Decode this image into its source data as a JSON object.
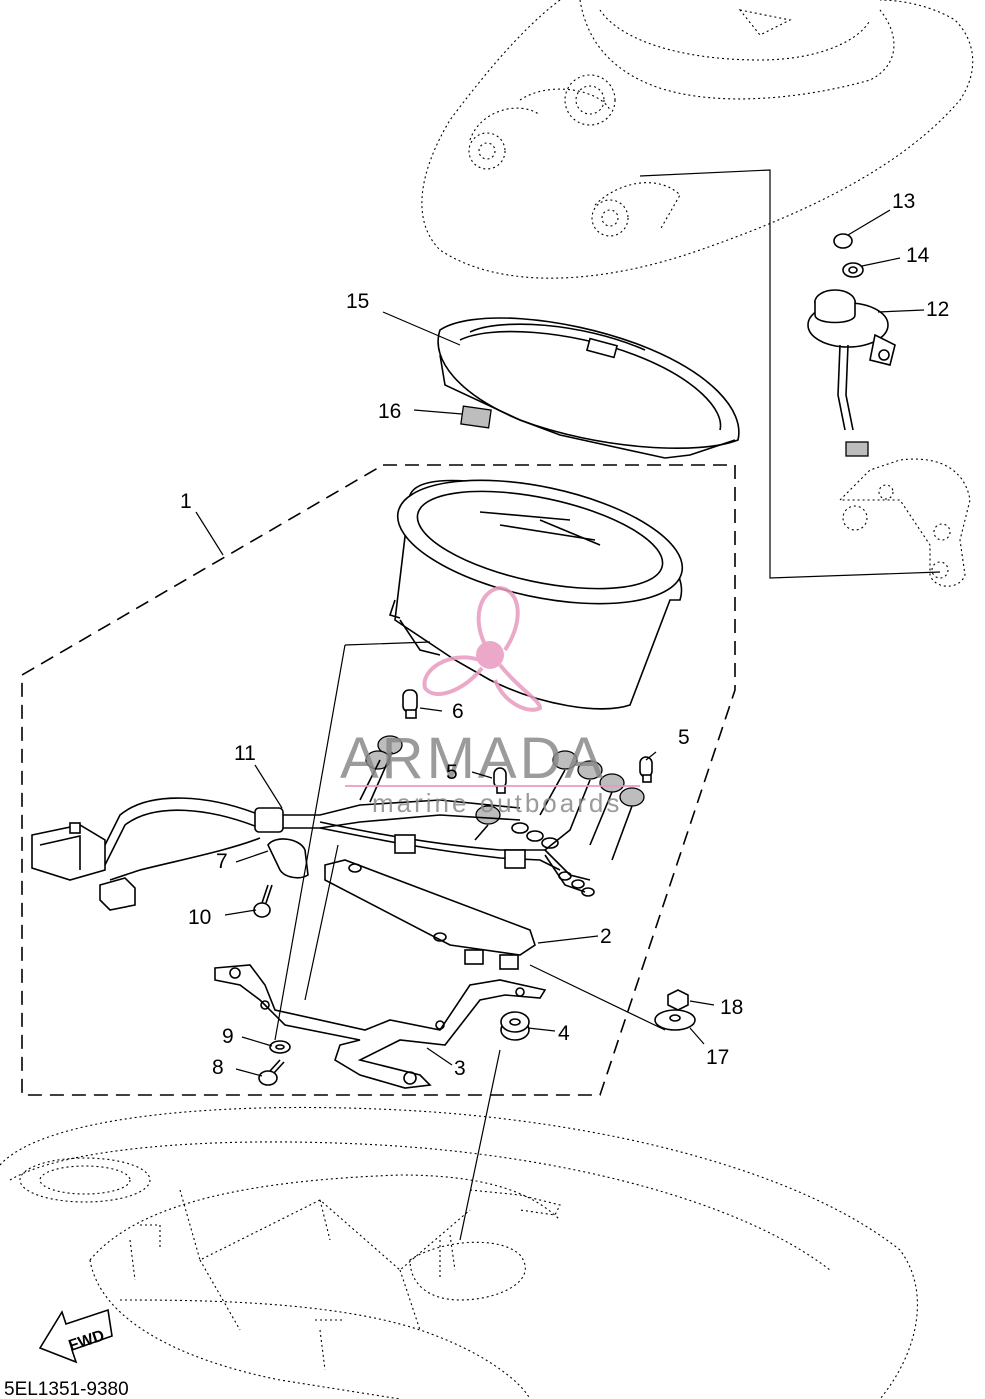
{
  "diagram": {
    "labels": {
      "p1": "1",
      "p2": "2",
      "p3": "3",
      "p4": "4",
      "p5a": "5",
      "p5b": "5",
      "p6": "6",
      "p7": "7",
      "p8": "8",
      "p9": "9",
      "p10": "10",
      "p11": "11",
      "p12": "12",
      "p13": "13",
      "p14": "14",
      "p15": "15",
      "p16": "16",
      "p17": "17",
      "p18": "18"
    },
    "fwd_label": "FWD",
    "code": "5EL1351-9380"
  },
  "watermark": {
    "brand": "ARMADA",
    "tagline": "marine outboards"
  }
}
